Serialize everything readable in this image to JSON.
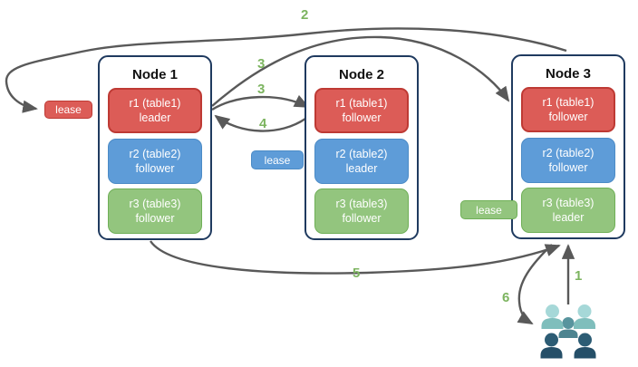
{
  "colors": {
    "arrow_color": "#595959",
    "node_border": "#1F3A5F",
    "title_text": "#111111",
    "step_green": "#7CB45F",
    "replica_red": "#DC5C57",
    "replica_red_border": "#BE3A34",
    "replica_blue": "#5E9CD8",
    "replica_blue_border": "#4C8BC6",
    "replica_green": "#93C57E",
    "replica_green_border": "#6FAF57",
    "people_light_head": "#A6D8D8",
    "people_light_body": "#7FBEBC",
    "people_mid_head": "#58949E",
    "people_mid_body": "#4D8490",
    "people_dark_head": "#2C5C74",
    "people_dark_body": "#254F68"
  },
  "diagram": {
    "nodes": [
      {
        "title": "Node 1",
        "replicas": [
          {
            "name": "r1 (table1)",
            "role": "leader",
            "color": "red"
          },
          {
            "name": "r2 (table2)",
            "role": "follower",
            "color": "blue"
          },
          {
            "name": "r3 (table3)",
            "role": "follower",
            "color": "green"
          }
        ]
      },
      {
        "title": "Node 2",
        "replicas": [
          {
            "name": "r1 (table1)",
            "role": "follower",
            "color": "red"
          },
          {
            "name": "r2 (table2)",
            "role": "leader",
            "color": "blue"
          },
          {
            "name": "r3 (table3)",
            "role": "follower",
            "color": "green"
          }
        ]
      },
      {
        "title": "Node 3",
        "replicas": [
          {
            "name": "r1 (table1)",
            "role": "follower",
            "color": "red"
          },
          {
            "name": "r2 (table2)",
            "role": "follower",
            "color": "blue"
          },
          {
            "name": "r3 (table3)",
            "role": "leader",
            "color": "green"
          }
        ]
      }
    ],
    "leases": [
      {
        "label": "lease",
        "color": "red"
      },
      {
        "label": "lease",
        "color": "blue"
      },
      {
        "label": "lease",
        "color": "green"
      }
    ],
    "steps": {
      "s1": "1",
      "s2": "2",
      "s3a": "3",
      "s3b": "3",
      "s4": "4",
      "s5": "5",
      "s6": "6"
    }
  }
}
